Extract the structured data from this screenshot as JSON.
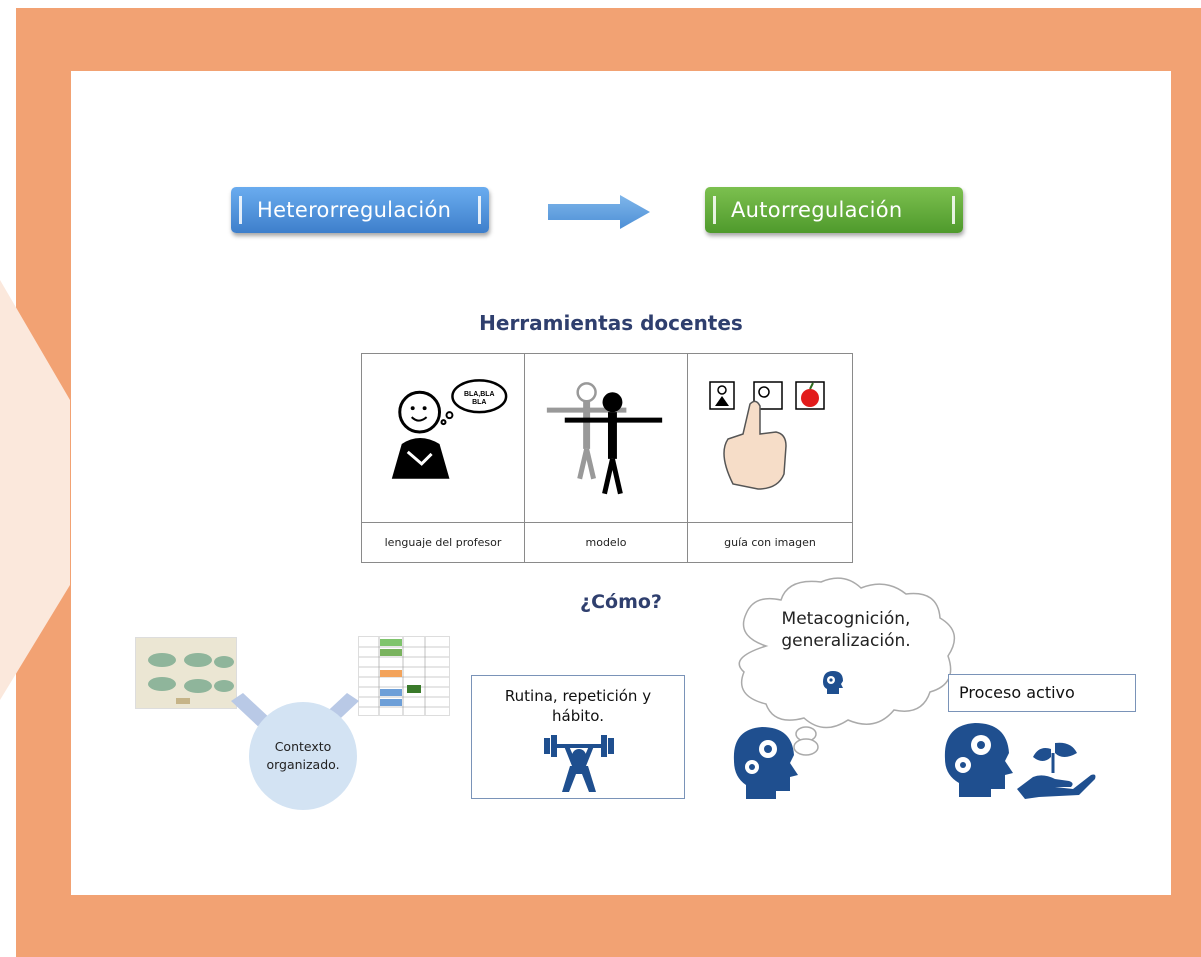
{
  "colors": {
    "frame_orange": "#f2a273",
    "blue_pill": "#4a8fd8",
    "green_pill": "#5ea93a",
    "navy_text": "#2f3f6e",
    "icon_blue": "#1f4f8f"
  },
  "flow": {
    "from_label": "Heterorregulación",
    "to_label": "Autorregulación"
  },
  "tools": {
    "title": "Herramientas docentes",
    "items": [
      {
        "caption": "lenguaje del profesor",
        "icon": "speaking-person-icon",
        "bubble_text": "BLA,BLA BLA"
      },
      {
        "caption": "modelo",
        "icon": "modeling-figures-icon"
      },
      {
        "caption": "guía con imagen",
        "icon": "pointing-hand-pictograms-icon"
      }
    ]
  },
  "how": {
    "title": "¿Cómo?",
    "context_label": "Contexto organizado.",
    "routine_label": "Rutina, repetición y hábito.",
    "cloud_label": "Metacognición, generalización.",
    "active_label": "Proceso activo"
  }
}
